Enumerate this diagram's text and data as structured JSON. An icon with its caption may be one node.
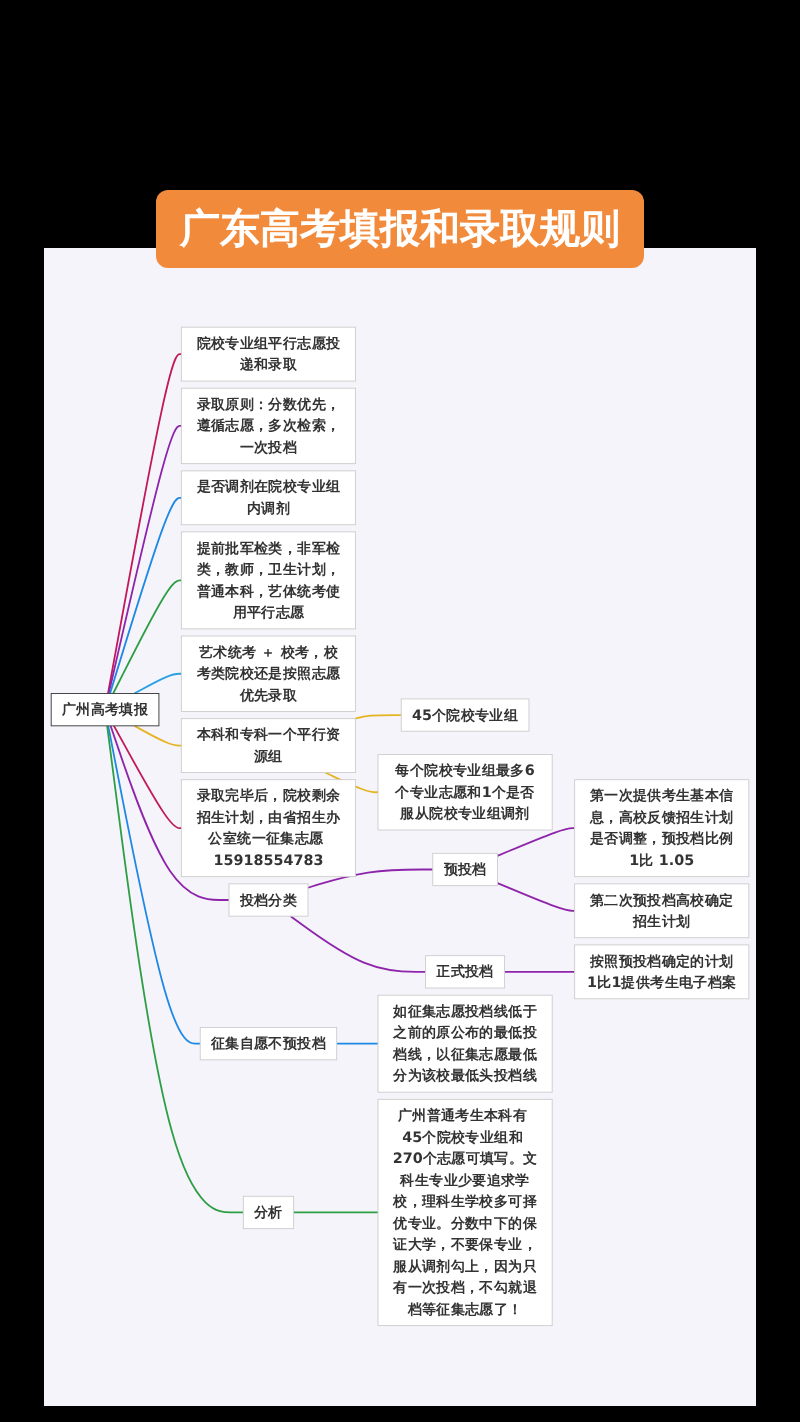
{
  "diagram": {
    "title": "广东高考填报和录取规则",
    "nodes": [
      {
        "text": [
          "广州高考填报"
        ]
      },
      {
        "text": [
          "院校专业组平行志愿投递和录取"
        ]
      },
      {
        "text": [
          "录取原则：分数优先，遵循志愿，多次检索，一次投档"
        ]
      },
      {
        "text": [
          "是否调剂在院校专业组内调剂"
        ]
      },
      {
        "text": [
          "提前批军检类，非军检类，教师，卫生计划，普通本科，艺体统考使用平行志愿"
        ]
      },
      {
        "text": [
          "艺术统考 ＋ 校考，校考类院校还是按照志愿优先录取"
        ]
      },
      {
        "text": [
          "本科和专科一个平行资源组"
        ]
      },
      {
        "text": [
          "45个院校专业组"
        ]
      },
      {
        "text": [
          "每个院校专业组最多6个专业志愿和1个是否服从院校专业组调剂"
        ]
      },
      {
        "text": [
          "录取完毕后，院校剩余招生计划，由省招生办公室统一征集志愿 15918554783"
        ]
      },
      {
        "text": [
          "投档分类"
        ]
      },
      {
        "text": [
          "预投档"
        ]
      },
      {
        "text": [
          "第一次提供考生基本信息，高校反馈招生计划是否调整，预投档比例1比 1.05"
        ]
      },
      {
        "text": [
          "第二次预投档高校确定招生计划"
        ]
      },
      {
        "text": [
          "正式投档"
        ]
      },
      {
        "text": [
          "按照预投档确定的计划1比1提供考生电子档案"
        ]
      },
      {
        "text": [
          "征集自愿不预投档"
        ]
      },
      {
        "text": [
          "如征集志愿投档线低于之前的原公布的最低投档线，以征集志愿最低分为该校最低头投档线"
        ]
      },
      {
        "text": [
          "分析"
        ]
      },
      {
        "text": [
          "广州普通考生本科有 45个院校专业组和 270个志愿可填写。文科生专业少要追求学校，理科生学校多可择优专业。分数中下的保证大学，不要保专业，服从调剂勾上，因为只有一次投档，不勾就退档等征集志愿了！"
        ]
      }
    ],
    "edges": [
      {
        "from": 0,
        "to": 1,
        "arrow": "none",
        "color": "#c2185b"
      },
      {
        "from": 0,
        "to": 2,
        "arrow": "none",
        "color": "#8e24aa"
      },
      {
        "from": 0,
        "to": 3,
        "arrow": "none",
        "color": "#1e88e5"
      },
      {
        "from": 0,
        "to": 4,
        "arrow": "none",
        "color": "#2e9e44"
      },
      {
        "from": 0,
        "to": 5,
        "arrow": "none",
        "color": "#29a0e0"
      },
      {
        "from": 0,
        "to": 6,
        "arrow": "none",
        "color": "#e6b422"
      },
      {
        "from": 6,
        "to": 7,
        "arrow": "none",
        "color": "#e6b422"
      },
      {
        "from": 6,
        "to": 8,
        "arrow": "none",
        "color": "#e6b422"
      },
      {
        "from": 0,
        "to": 9,
        "arrow": "none",
        "color": "#c2185b"
      },
      {
        "from": 0,
        "to": 10,
        "arrow": "none",
        "color": "#8e24aa"
      },
      {
        "from": 10,
        "to": 11,
        "arrow": "none",
        "color": "#8e24aa"
      },
      {
        "from": 11,
        "to": 12,
        "arrow": "none",
        "color": "#8e24aa"
      },
      {
        "from": 11,
        "to": 13,
        "arrow": "none",
        "color": "#8e24aa"
      },
      {
        "from": 10,
        "to": 14,
        "arrow": "none",
        "color": "#8e24aa"
      },
      {
        "from": 14,
        "to": 15,
        "arrow": "none",
        "color": "#8e24aa"
      },
      {
        "from": 0,
        "to": 16,
        "arrow": "none",
        "color": "#1e88e5"
      },
      {
        "from": 16,
        "to": 17,
        "arrow": "none",
        "color": "#1e88e5"
      },
      {
        "from": 0,
        "to": 18,
        "arrow": "none",
        "color": "#2e9e44"
      },
      {
        "from": 18,
        "to": 19,
        "arrow": "none",
        "color": "#2e9e44"
      }
    ]
  }
}
